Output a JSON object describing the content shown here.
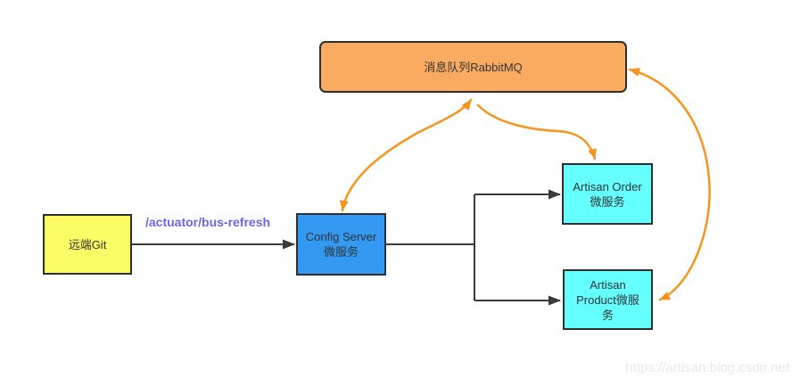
{
  "diagram": {
    "nodes": {
      "remote_git": {
        "label": "远端Git",
        "fill": "#FBFB66"
      },
      "config_server": {
        "label": "Config Server微服务",
        "fill": "#3399F3"
      },
      "rabbitmq": {
        "label": "消息队列RabbitMQ",
        "fill": "#FAAB62"
      },
      "artisan_order": {
        "label": "Artisan Order微服务",
        "fill": "#66FFFF"
      },
      "artisan_product": {
        "label": "Artisan Product微服务",
        "fill": "#66FFFF"
      }
    },
    "edge_label": "/actuator/bus-refresh",
    "watermark": "https://artisan.blog.csdn.net",
    "colors": {
      "node_border": "#2f2f2f",
      "black_connector": "#3a3a3a",
      "orange_connector": "#F7941E",
      "edge_label_color": "#6B66E8",
      "watermark_color": "#E9E9E9"
    }
  }
}
